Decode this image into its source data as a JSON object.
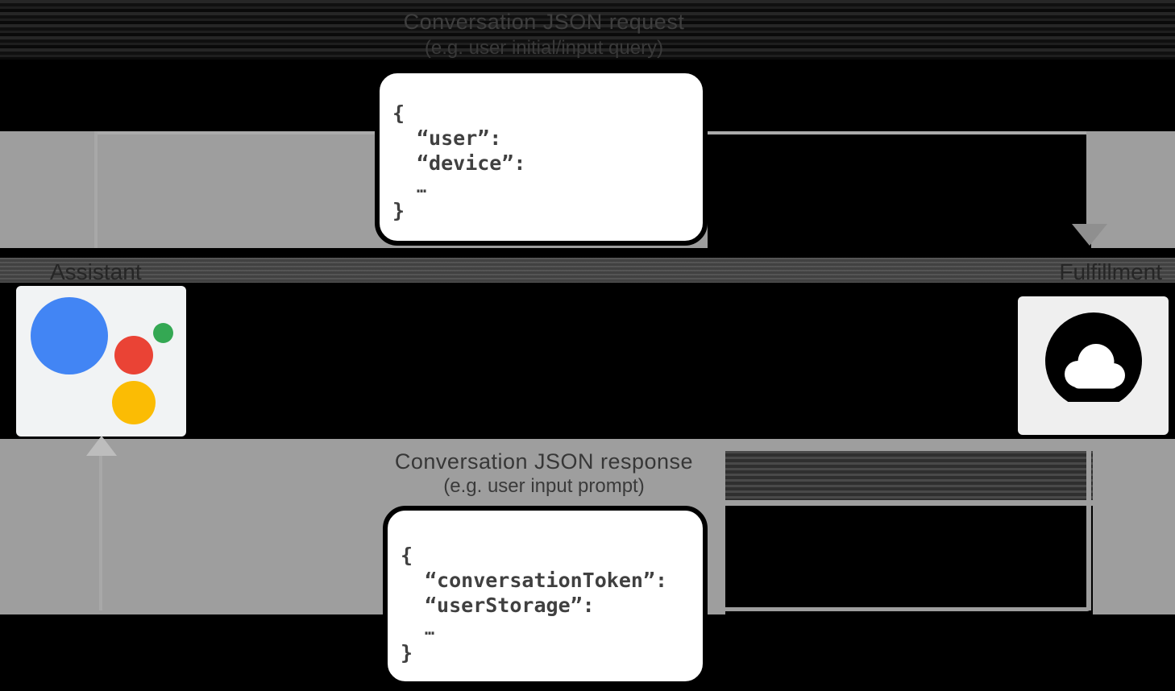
{
  "diagram": {
    "request": {
      "title_line1": "Conversation JSON request",
      "title_line2": "(e.g. user initial/input query)",
      "code_lines": [
        "{",
        "“user”:",
        "“device”:",
        "…",
        "}"
      ]
    },
    "response": {
      "title_line1": "Conversation JSON response",
      "title_line2": "(e.g. user input prompt)",
      "code_lines": [
        "{",
        "“conversationToken”:",
        "“userStorage”:",
        "…",
        "}"
      ]
    },
    "actors": {
      "assistant_label": "Assistant",
      "fulfillment_label": "Fulfillment"
    },
    "icons": {
      "assistant_logo": "google-assistant-logo",
      "fulfillment_icon": "cloud-icon"
    },
    "colors": {
      "assistant_blue": "#4285f4",
      "assistant_red": "#ea4335",
      "assistant_green": "#34a853",
      "assistant_yellow": "#fbbc04",
      "flow_band_gray": "#9e9e9e",
      "background": "#000000",
      "code_text": "#404040"
    }
  }
}
